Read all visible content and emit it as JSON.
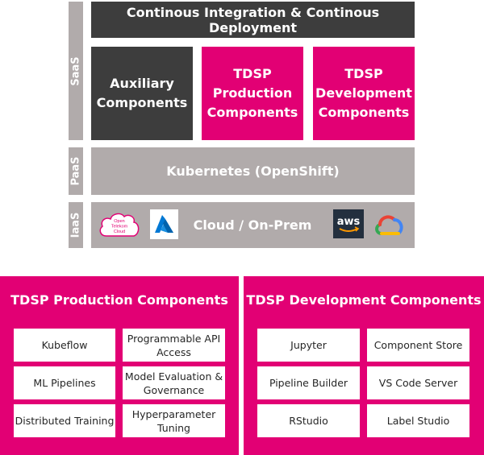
{
  "layers": {
    "saas_label": "SaaS",
    "paas_label": "PaaS",
    "iaas_label": "IaaS"
  },
  "cicd": "Continous Integration & Continous Deployment",
  "saas_boxes": {
    "auxiliary": "Auxiliary\nComponents",
    "production": "TDSP\nProduction\nComponents",
    "development": "TDSP\nDevelopment\nComponents"
  },
  "paas": "Kubernetes (OpenShift)",
  "iaas": {
    "label": "Cloud / On-Prem",
    "otc_logo_text": "Open Telekom Cloud",
    "aws_logo_text": "aws"
  },
  "production_panel": {
    "title": "TDSP Production Components",
    "items": [
      "Kubeflow",
      "Programmable API\nAccess",
      "ML Pipelines",
      "Model Evaluation &\nGovernance",
      "Distributed Training",
      "Hyperparameter\nTuning"
    ]
  },
  "development_panel": {
    "title": "TDSP Development Components",
    "items": [
      "Jupyter",
      "Component Store",
      "Pipeline Builder",
      "VS Code Server",
      "RStudio",
      "Label Studio"
    ]
  },
  "colors": {
    "magenta": "#e20074",
    "dark": "#3d3d3d",
    "gray": "#b1abab",
    "azure_blue": "#0078d4",
    "aws_dark": "#232f3e"
  }
}
